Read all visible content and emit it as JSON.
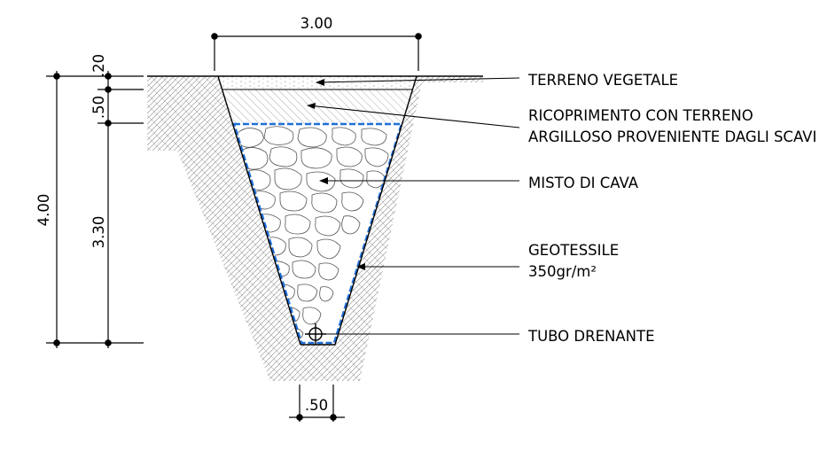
{
  "dimensions": {
    "top_width": "3.00",
    "bottom_width": ".50",
    "total_depth": "4.00",
    "layer_topsoil": ".20",
    "layer_cover": ".50",
    "layer_gravel": "3.30"
  },
  "labels": {
    "topsoil": "TERRENO VEGETALE",
    "cover_line1": "RICOPRIMENTO CON TERRENO",
    "cover_line2": "ARGILLOSO PROVENIENTE DAGLI SCAVI",
    "gravel": "MISTO DI CAVA",
    "geotextile_line1": "GEOTESSILE",
    "geotextile_line2": "350gr/m²",
    "drain_pipe": "TUBO DRENANTE"
  },
  "colors": {
    "line": "#000000",
    "geotextile": "#1e6fd9",
    "ground_hatch": "#7a7a7a",
    "cover_hatch": "#8a8a8a"
  }
}
